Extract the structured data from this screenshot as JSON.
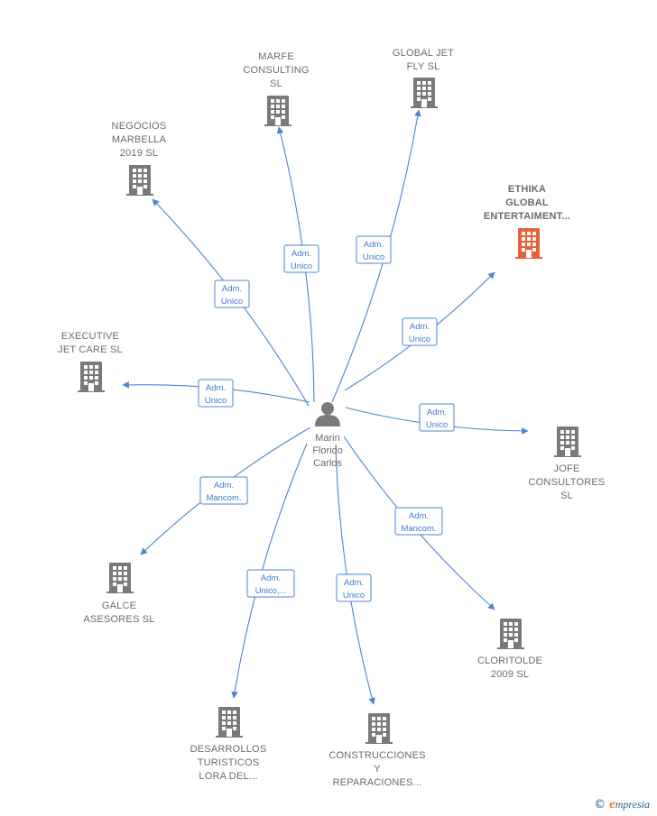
{
  "center": {
    "name_lines": [
      "Marin",
      "Florido",
      "Carlos"
    ],
    "icon": "person-icon"
  },
  "colors": {
    "edge": "#4a86d4",
    "building": "#7a7a7a",
    "building_highlight": "#e8603a",
    "label": "#6b6b6b"
  },
  "companies": [
    {
      "id": "marfe",
      "lines": [
        "MARFE",
        "CONSULTING",
        "SL"
      ],
      "role_lines": [
        "Adm.",
        "Unico"
      ],
      "highlight": false,
      "icon": "building-icon"
    },
    {
      "id": "globaljet",
      "lines": [
        "GLOBAL JET",
        "FLY  SL"
      ],
      "role_lines": [
        "Adm.",
        "Unico"
      ],
      "highlight": false,
      "icon": "building-icon"
    },
    {
      "id": "negocios",
      "lines": [
        "NEGOCIOS",
        "MARBELLA",
        "2019  SL"
      ],
      "role_lines": [
        "Adm.",
        "Unico"
      ],
      "highlight": false,
      "icon": "building-icon"
    },
    {
      "id": "ethika",
      "lines": [
        "ETHIKA",
        "GLOBAL",
        "ENTERTAIMENT..."
      ],
      "role_lines": [
        "Adm.",
        "Unico"
      ],
      "highlight": true,
      "icon": "building-icon"
    },
    {
      "id": "executive",
      "lines": [
        "EXECUTIVE",
        "JET CARE SL"
      ],
      "role_lines": [
        "Adm.",
        "Unico"
      ],
      "highlight": false,
      "icon": "building-icon"
    },
    {
      "id": "jofe",
      "lines": [
        "JOFE",
        "CONSULTORES",
        "SL"
      ],
      "role_lines": [
        "Adm.",
        "Unico"
      ],
      "highlight": false,
      "icon": "building-icon"
    },
    {
      "id": "galce",
      "lines": [
        "GALCE",
        "ASESORES SL"
      ],
      "role_lines": [
        "Adm.",
        "Mancom."
      ],
      "highlight": false,
      "icon": "building-icon"
    },
    {
      "id": "cloritolde",
      "lines": [
        "CLORITOLDE",
        "2009 SL"
      ],
      "role_lines": [
        "Adm.",
        "Mancom."
      ],
      "highlight": false,
      "icon": "building-icon"
    },
    {
      "id": "desarrollos",
      "lines": [
        "DESARROLLOS",
        "TURISTICOS",
        "LORA DEL..."
      ],
      "role_lines": [
        "Adm.",
        "Unico,..."
      ],
      "highlight": false,
      "icon": "building-icon"
    },
    {
      "id": "construcciones",
      "lines": [
        "CONSTRUCCIONES",
        "Y",
        "REPARACIONES..."
      ],
      "role_lines": [
        "Adm.",
        "Unico"
      ],
      "highlight": false,
      "icon": "building-icon"
    }
  ],
  "footer": {
    "copyright_symbol": "©",
    "brand_initial": "e",
    "brand_rest": "mpresia"
  }
}
